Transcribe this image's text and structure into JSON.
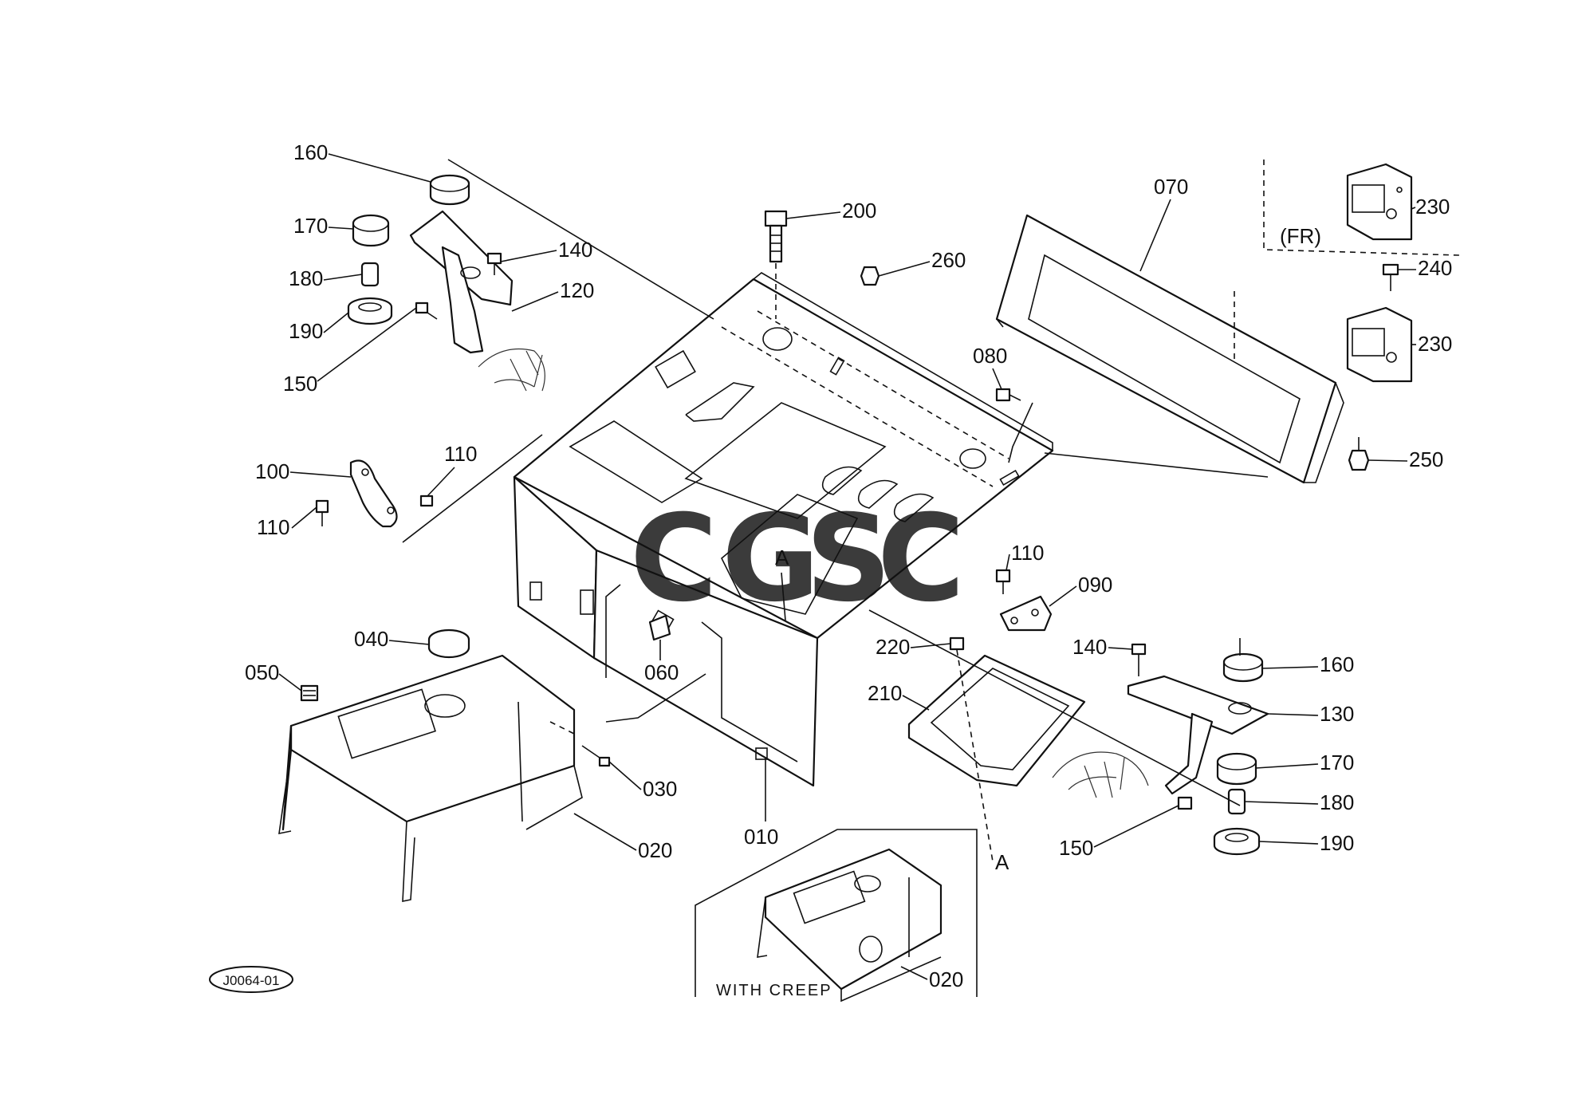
{
  "diagram_id": "J0064-01",
  "inset_caption": "WITH CREEP",
  "front_marker": "(FR)",
  "section_marker": "A",
  "watermark": {
    "letters": [
      "C",
      "G",
      "S",
      "C"
    ],
    "colors": [
      "#6aa0f0",
      "#ee7a6a",
      "#f4cc52",
      "#5cb887"
    ]
  },
  "callouts": [
    {
      "id": "c160a",
      "text": "160"
    },
    {
      "id": "c170a",
      "text": "170"
    },
    {
      "id": "c180a",
      "text": "180"
    },
    {
      "id": "c190a",
      "text": "190"
    },
    {
      "id": "c150a",
      "text": "150"
    },
    {
      "id": "c140a",
      "text": "140"
    },
    {
      "id": "c120",
      "text": "120"
    },
    {
      "id": "c200",
      "text": "200"
    },
    {
      "id": "c260",
      "text": "260"
    },
    {
      "id": "c070",
      "text": "070"
    },
    {
      "id": "c230a",
      "text": "230"
    },
    {
      "id": "c240",
      "text": "240"
    },
    {
      "id": "c230b",
      "text": "230"
    },
    {
      "id": "c080",
      "text": "080"
    },
    {
      "id": "c250",
      "text": "250"
    },
    {
      "id": "c100",
      "text": "100"
    },
    {
      "id": "c110a",
      "text": "110"
    },
    {
      "id": "c110b",
      "text": "110"
    },
    {
      "id": "c110c",
      "text": "110"
    },
    {
      "id": "c090",
      "text": "090"
    },
    {
      "id": "c040",
      "text": "040"
    },
    {
      "id": "c050",
      "text": "050"
    },
    {
      "id": "c060",
      "text": "060"
    },
    {
      "id": "c220",
      "text": "220"
    },
    {
      "id": "c210",
      "text": "210"
    },
    {
      "id": "c140b",
      "text": "140"
    },
    {
      "id": "c160b",
      "text": "160"
    },
    {
      "id": "c130",
      "text": "130"
    },
    {
      "id": "c170b",
      "text": "170"
    },
    {
      "id": "c180b",
      "text": "180"
    },
    {
      "id": "c190b",
      "text": "190"
    },
    {
      "id": "c150b",
      "text": "150"
    },
    {
      "id": "c030",
      "text": "030"
    },
    {
      "id": "c020a",
      "text": "020"
    },
    {
      "id": "c010",
      "text": "010"
    },
    {
      "id": "c020b",
      "text": "020"
    }
  ]
}
